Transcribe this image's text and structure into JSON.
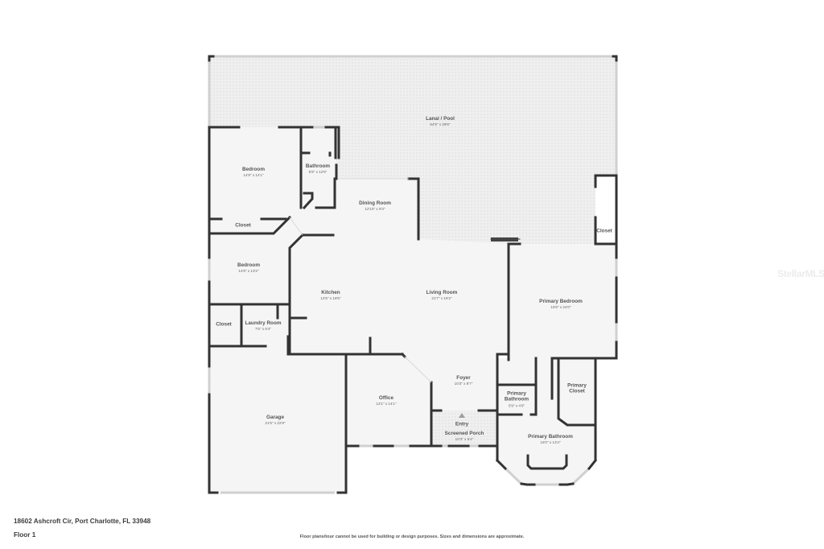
{
  "plan": {
    "address": "18602 Ashcroft Cir, Port Charlotte, FL 33948",
    "floor": "Floor 1",
    "disclaimer": "Floor plans/tour cannot be used for building or design purposes. Sizes and dimensions are approximate.",
    "watermark": "StellarMLS",
    "colors": {
      "wall": "#333333",
      "room_fill": "#f4f4f4",
      "patio_fill": "#ebebeb",
      "window": "#d4d4d4",
      "text": "#555555"
    },
    "rooms": [
      {
        "id": "lanai",
        "name": "Lanai / Pool",
        "dims": "64'5\" x 28'6\""
      },
      {
        "id": "bedroom-1",
        "name": "Bedroom",
        "dims": "14'8\" x 14'1\""
      },
      {
        "id": "bathroom",
        "name": "Bathroom",
        "dims": "5'8\" x 12'5\""
      },
      {
        "id": "dining",
        "name": "Dining Room",
        "dims": "12'10\" x 9'3\""
      },
      {
        "id": "closet-1",
        "name": "Closet",
        "dims": ""
      },
      {
        "id": "bedroom-2",
        "name": "Bedroom",
        "dims": "14'8\" x 13'2\""
      },
      {
        "id": "kitchen",
        "name": "Kitchen",
        "dims": "12'5\" x 18'5\""
      },
      {
        "id": "living",
        "name": "Living Room",
        "dims": "21'7\" x 18'2\""
      },
      {
        "id": "closet-lanai",
        "name": "Closet",
        "dims": ""
      },
      {
        "id": "primary-bedroom",
        "name": "Primary Bedroom",
        "dims": "16'6\" x 24'0\""
      },
      {
        "id": "closet-2",
        "name": "Closet",
        "dims": ""
      },
      {
        "id": "laundry",
        "name": "Laundry Room",
        "dims": "7'6\" x 6'4\""
      },
      {
        "id": "foyer",
        "name": "Foyer",
        "dims": "10'3\" x 8'7\""
      },
      {
        "id": "primary-bath-small",
        "name": "Primary Bathroom",
        "dims": "5'9\" x 4'0\""
      },
      {
        "id": "primary-closet",
        "name": "Primary Closet",
        "dims": ""
      },
      {
        "id": "garage",
        "name": "Garage",
        "dims": "21'5\" x 22'9\""
      },
      {
        "id": "office",
        "name": "Office",
        "dims": "13'1\" x 14'1\""
      },
      {
        "id": "entry",
        "name": "Entry",
        "dims": ""
      },
      {
        "id": "screened-porch",
        "name": "Screened Porch",
        "dims": "10'3\" x 5'4\""
      },
      {
        "id": "primary-bathroom",
        "name": "Primary Bathroom",
        "dims": "15'0\" x 13'4\""
      }
    ]
  }
}
